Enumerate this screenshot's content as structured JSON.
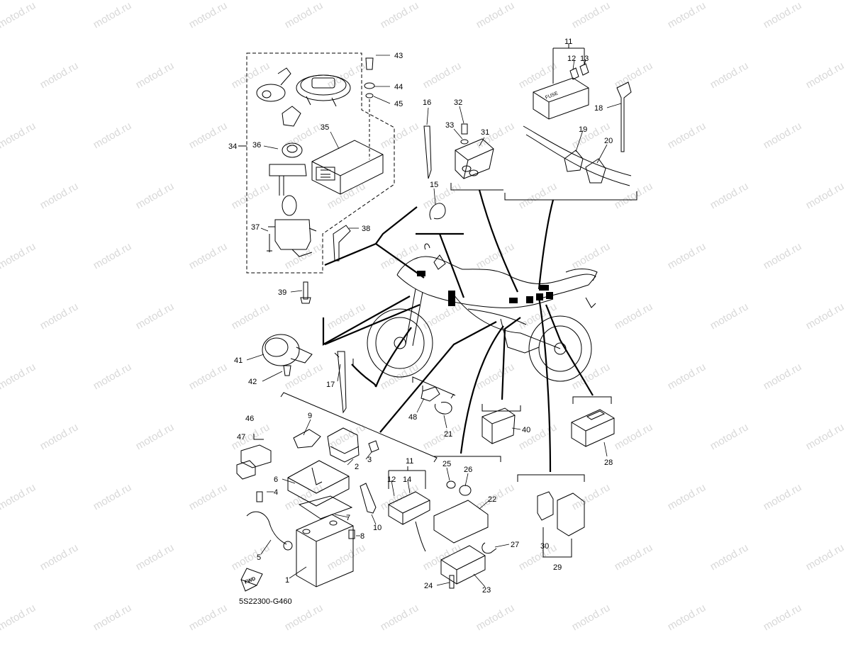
{
  "diagram": {
    "code": "5S22300-G460",
    "fwd_label": "FWD",
    "fuse_label": "FUSE",
    "watermark": "motod.ru",
    "callouts": {
      "c1": "1",
      "c2": "2",
      "c3": "3",
      "c4": "4",
      "c5": "5",
      "c6": "6",
      "c7": "7",
      "c8": "8",
      "c9": "9",
      "c10": "10",
      "c11a": "11",
      "c11b": "11",
      "c12a": "12",
      "c12b": "12",
      "c13": "13",
      "c14": "14",
      "c15": "15",
      "c16": "16",
      "c17": "17",
      "c18": "18",
      "c19": "19",
      "c20": "20",
      "c21": "21",
      "c22": "22",
      "c23": "23",
      "c24": "24",
      "c25": "25",
      "c26": "26",
      "c27": "27",
      "c28": "28",
      "c29": "29",
      "c30": "30",
      "c31": "31",
      "c32": "32",
      "c33": "33",
      "c34": "34",
      "c35": "35",
      "c36": "36",
      "c37": "37",
      "c38": "38",
      "c39": "39",
      "c40": "40",
      "c41": "41",
      "c42": "42",
      "c43": "43",
      "c44": "44",
      "c45": "45",
      "c46": "46",
      "c47": "47",
      "c48": "48"
    }
  }
}
